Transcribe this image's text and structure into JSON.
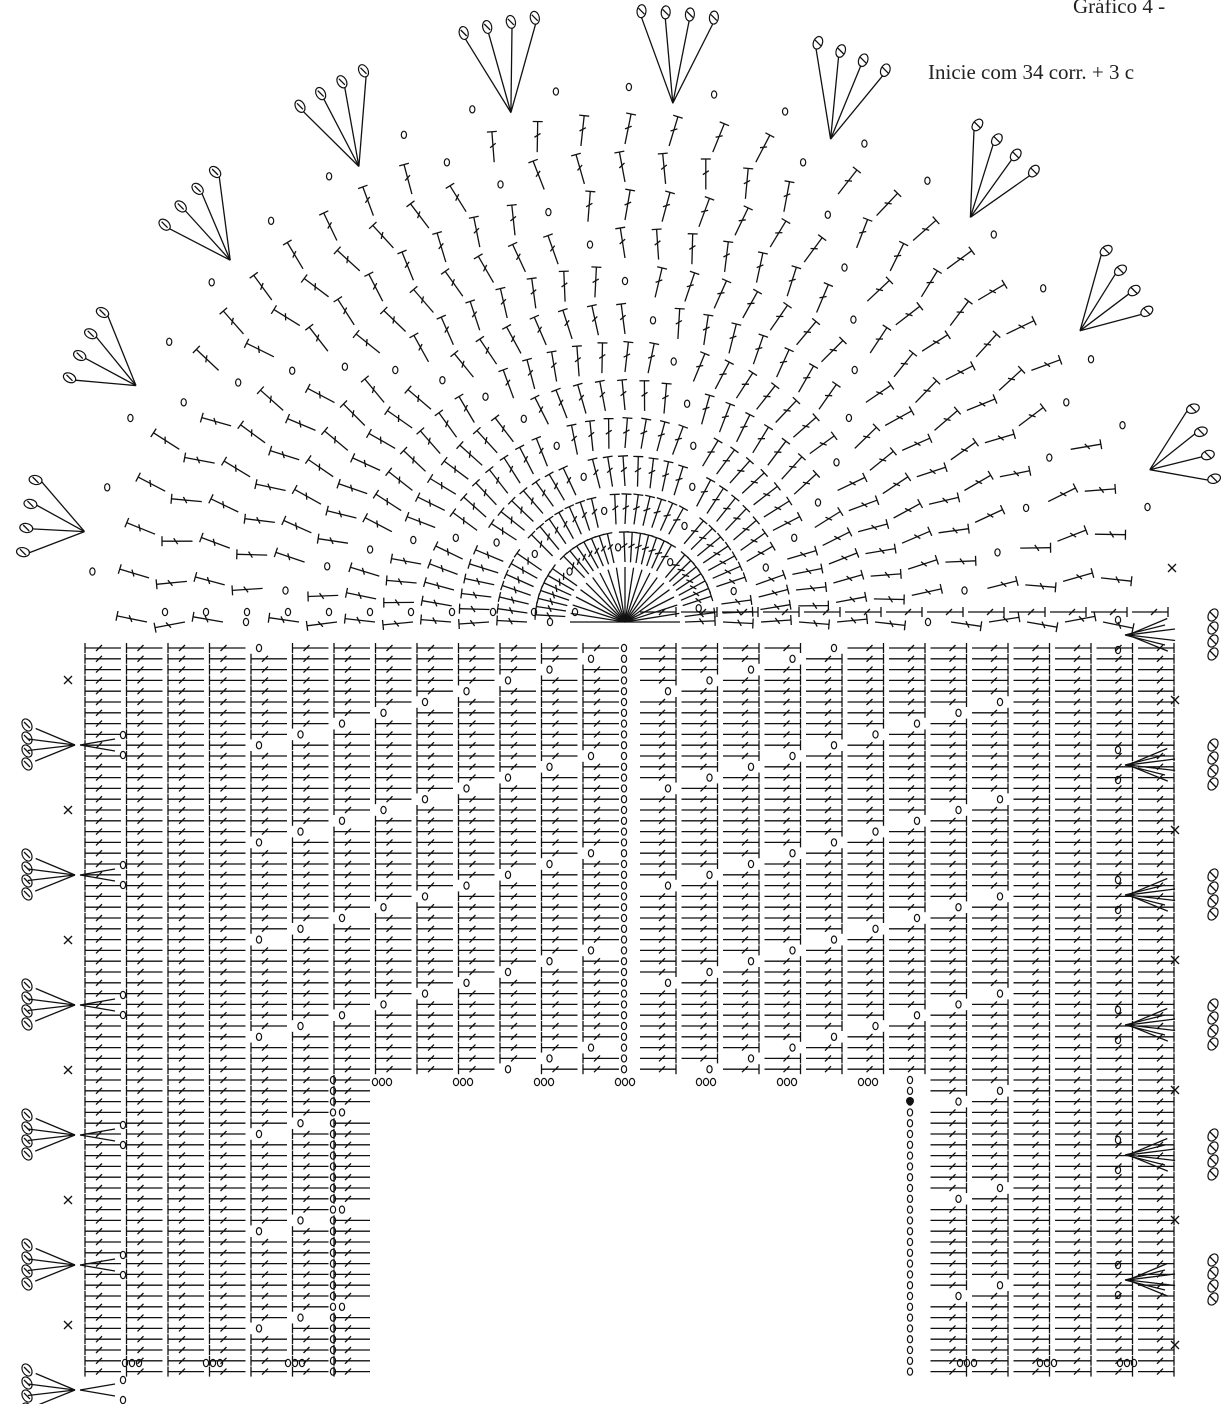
{
  "chart": {
    "title": "Gráfico 4 -",
    "instructions": "Inicie com 34 corr. + 3 c"
  },
  "symbols": {
    "chain": "chain-stitch",
    "single_crochet": "x-mark",
    "double_crochet": "crossed-stem",
    "puff": "bobble-oval"
  },
  "colors": {
    "ink": "#111111",
    "paper": "#ffffff"
  }
}
